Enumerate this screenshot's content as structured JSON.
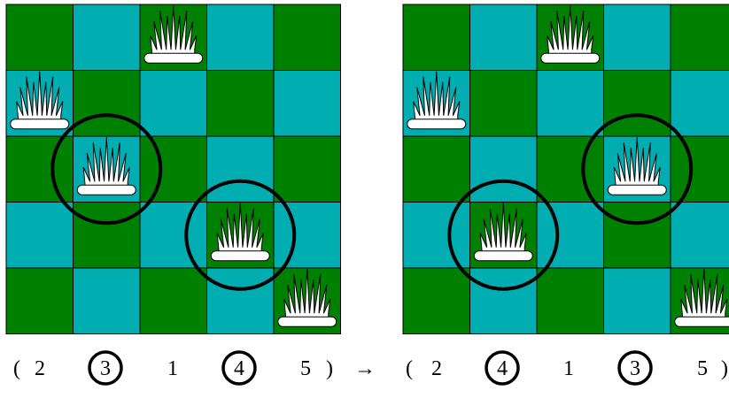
{
  "colors": {
    "green": "#008000",
    "cyan": "#00adb0",
    "grid_line": "#000000",
    "highlight_ring": "#000000",
    "plant": "#ffffff"
  },
  "boards": [
    {
      "pattern": [
        [
          "green",
          "cyan",
          "green",
          "cyan",
          "green"
        ],
        [
          "cyan",
          "green",
          "cyan",
          "green",
          "cyan"
        ],
        [
          "green",
          "cyan",
          "green",
          "cyan",
          "green"
        ],
        [
          "cyan",
          "green",
          "cyan",
          "green",
          "cyan"
        ],
        [
          "green",
          "cyan",
          "green",
          "cyan",
          "green"
        ]
      ],
      "plants": [
        {
          "row": 0,
          "col": 2
        },
        {
          "row": 1,
          "col": 0
        },
        {
          "row": 2,
          "col": 1
        },
        {
          "row": 3,
          "col": 3
        },
        {
          "row": 4,
          "col": 4
        }
      ],
      "highlighted": [
        {
          "row": 2,
          "col": 1
        },
        {
          "row": 3,
          "col": 3
        }
      ]
    },
    {
      "pattern": [
        [
          "green",
          "cyan",
          "green",
          "cyan",
          "green"
        ],
        [
          "cyan",
          "green",
          "cyan",
          "green",
          "cyan"
        ],
        [
          "green",
          "cyan",
          "green",
          "cyan",
          "green"
        ],
        [
          "cyan",
          "green",
          "cyan",
          "green",
          "cyan"
        ],
        [
          "green",
          "cyan",
          "green",
          "cyan",
          "green"
        ]
      ],
      "plants": [
        {
          "row": 0,
          "col": 2
        },
        {
          "row": 1,
          "col": 0
        },
        {
          "row": 2,
          "col": 3
        },
        {
          "row": 3,
          "col": 1
        },
        {
          "row": 4,
          "col": 4
        }
      ],
      "highlighted": [
        {
          "row": 2,
          "col": 3
        },
        {
          "row": 3,
          "col": 1
        }
      ]
    }
  ],
  "permutation_before": {
    "open": "(",
    "close": ")",
    "values": [
      "2",
      "3",
      "1",
      "4",
      "5"
    ],
    "circled": [
      1,
      3
    ]
  },
  "arrow": "→",
  "permutation_after": {
    "open": "(",
    "close": ")",
    "values": [
      "2",
      "4",
      "1",
      "3",
      "5"
    ],
    "circled": [
      1,
      3
    ]
  }
}
